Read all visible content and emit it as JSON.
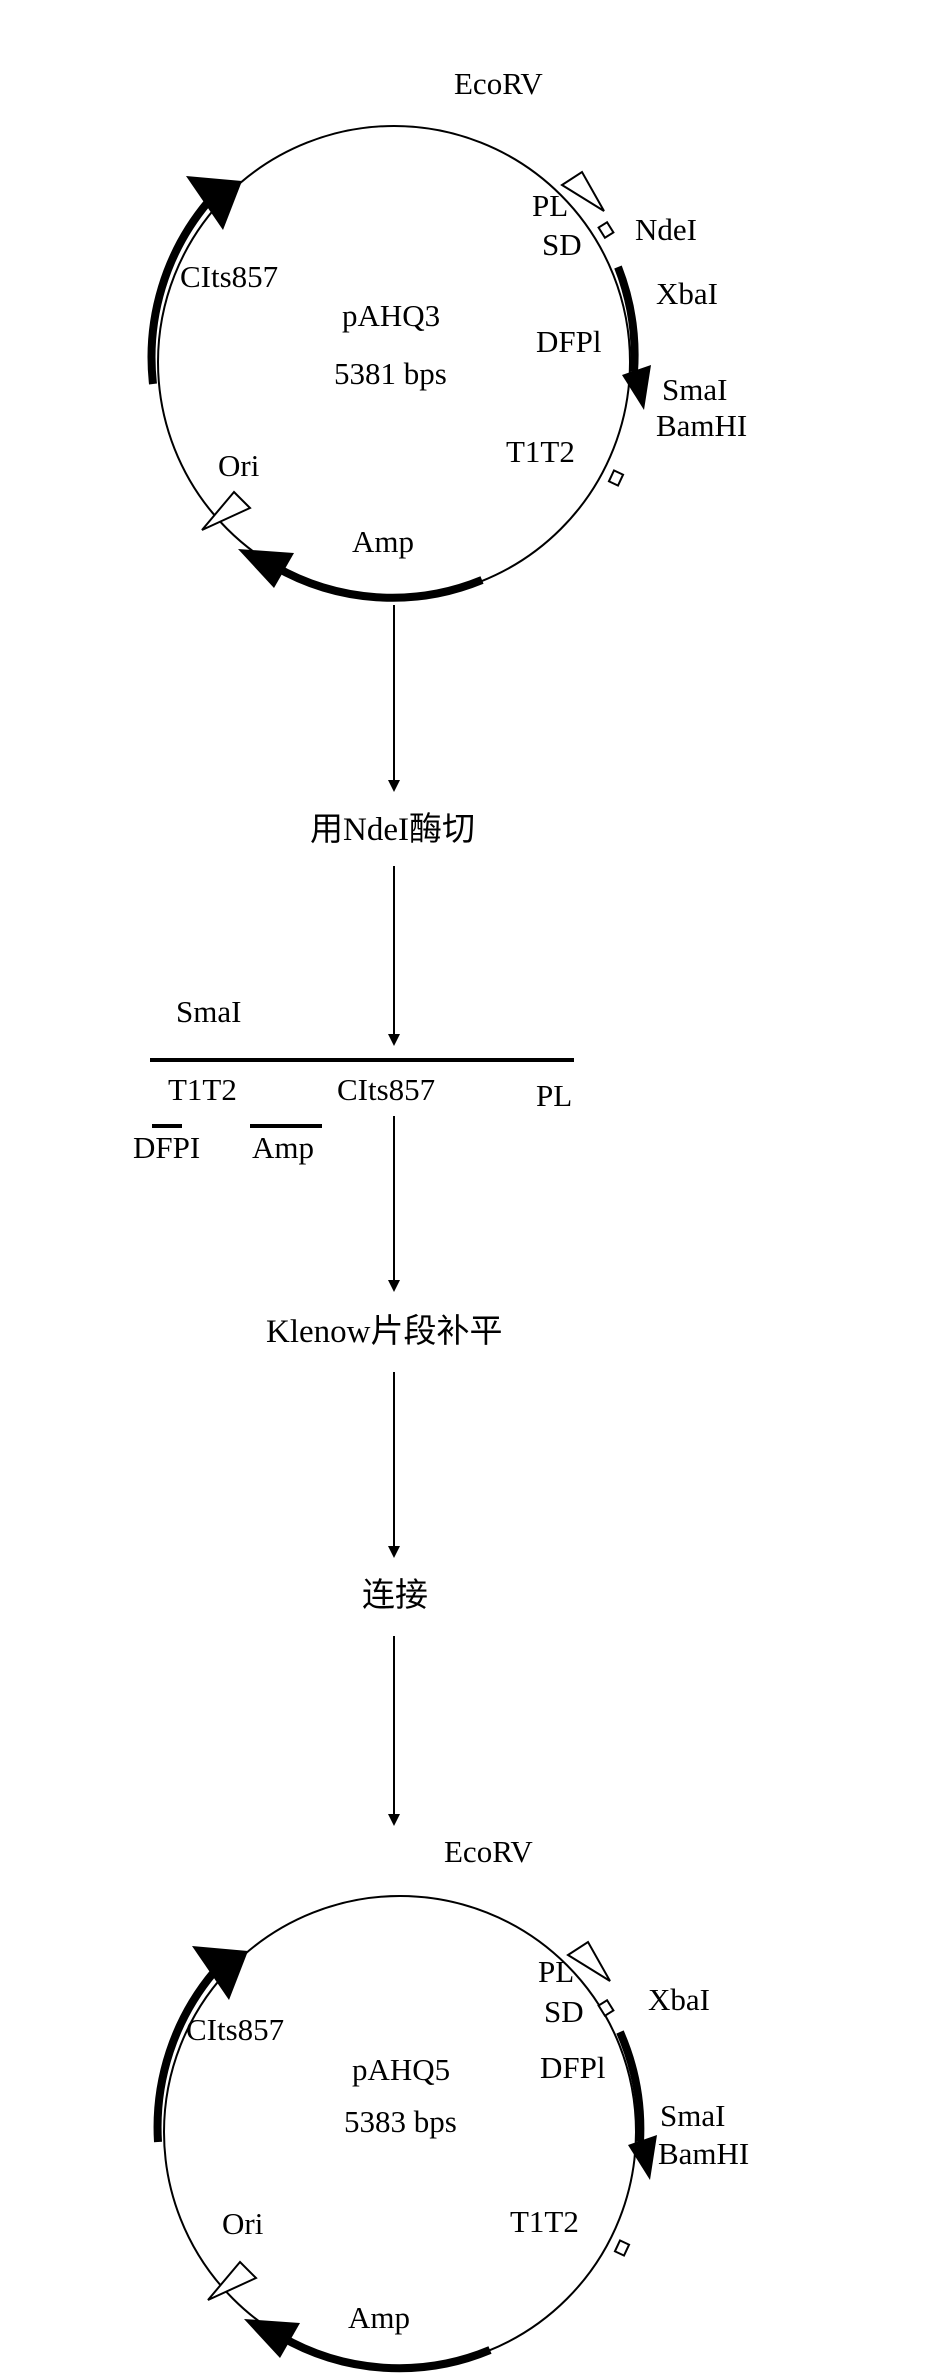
{
  "plasmid_top": {
    "name": "pAHQ3",
    "size": "5381 bps",
    "features": {
      "ecorv": "EcoRV",
      "pl": "PL",
      "sd": "SD",
      "ndei": "NdeI",
      "xbai": "XbaI",
      "dfp": "DFPl",
      "smai": "SmaI",
      "bamhi": "BamHI",
      "t1t2": "T1T2",
      "amp": "Amp",
      "ori": "Ori",
      "clts": "CIts857"
    }
  },
  "step1": "用NdeI酶切",
  "linear": {
    "smai": "SmaI",
    "t1t2": "T1T2",
    "clts": "CIts857",
    "pl": "PL",
    "dfp": "DFPI",
    "amp": "Amp"
  },
  "step2": "Klenow片段补平",
  "step3": "连接",
  "plasmid_bottom": {
    "name": "pAHQ5",
    "size": "5383 bps",
    "features": {
      "ecorv": "EcoRV",
      "pl": "PL",
      "sd": "SD",
      "xbai": "XbaI",
      "dfp": "DFPl",
      "smai": "SmaI",
      "bamhi": "BamHI",
      "t1t2": "T1T2",
      "amp": "Amp",
      "ori": "Ori",
      "clts": "CIts857"
    }
  }
}
